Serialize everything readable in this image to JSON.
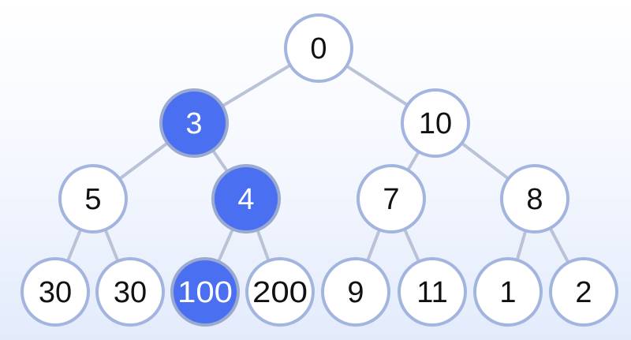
{
  "tree": {
    "colors": {
      "node_fill": "#ffffff",
      "node_stroke": "#a3b5de",
      "node_text": "#111111",
      "highlight_fill": "#4a6ff0",
      "highlight_stroke": "#9aa9cf",
      "highlight_text": "#ffffff",
      "edge": "#b9c2d6"
    },
    "nodes": [
      {
        "id": "n0",
        "label": "0",
        "parent": null,
        "highlighted": false
      },
      {
        "id": "n1",
        "label": "3",
        "parent": "n0",
        "highlighted": true
      },
      {
        "id": "n2",
        "label": "10",
        "parent": "n0",
        "highlighted": false
      },
      {
        "id": "n3",
        "label": "5",
        "parent": "n1",
        "highlighted": false
      },
      {
        "id": "n4",
        "label": "4",
        "parent": "n1",
        "highlighted": true
      },
      {
        "id": "n5",
        "label": "7",
        "parent": "n2",
        "highlighted": false
      },
      {
        "id": "n6",
        "label": "8",
        "parent": "n2",
        "highlighted": false
      },
      {
        "id": "n7",
        "label": "30",
        "parent": "n3",
        "highlighted": false
      },
      {
        "id": "n8",
        "label": "30",
        "parent": "n3",
        "highlighted": false
      },
      {
        "id": "n9",
        "label": "100",
        "parent": "n4",
        "highlighted": true
      },
      {
        "id": "n10",
        "label": "200",
        "parent": "n4",
        "highlighted": false
      },
      {
        "id": "n11",
        "label": "9",
        "parent": "n5",
        "highlighted": false
      },
      {
        "id": "n12",
        "label": "11",
        "parent": "n5",
        "highlighted": false
      },
      {
        "id": "n13",
        "label": "1",
        "parent": "n6",
        "highlighted": false
      },
      {
        "id": "n14",
        "label": "2",
        "parent": "n6",
        "highlighted": false
      }
    ]
  }
}
